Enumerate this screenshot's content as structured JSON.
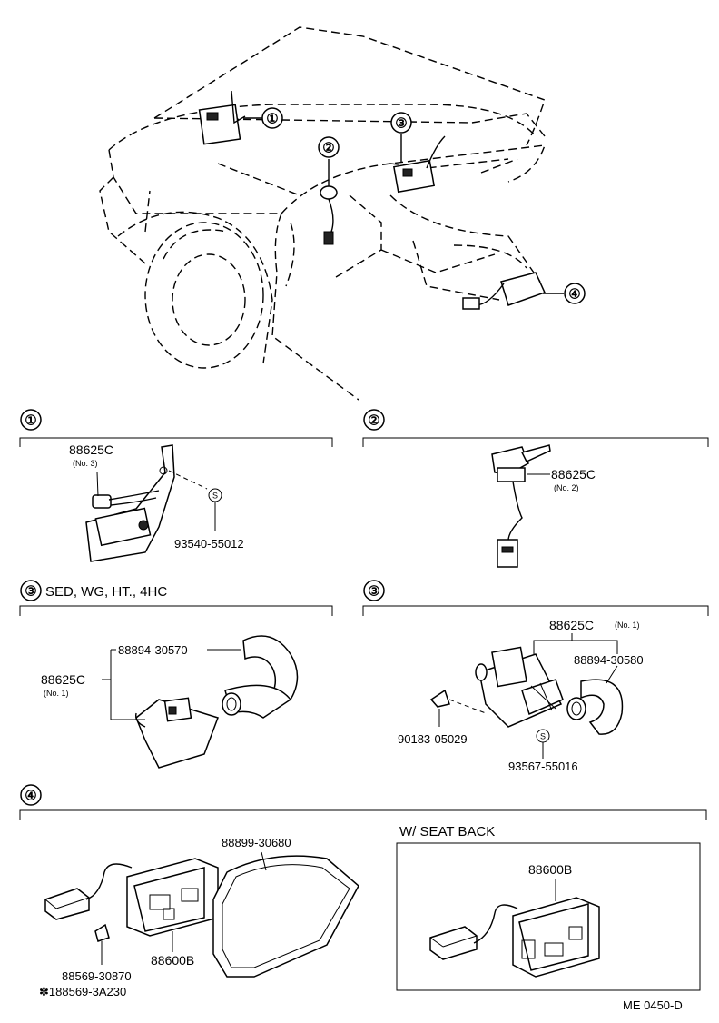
{
  "sections": [
    {
      "number": "①",
      "title": ""
    },
    {
      "number": "②",
      "title": ""
    },
    {
      "number": "③",
      "title": "SED, WG, HT., 4HC"
    },
    {
      "number": "③",
      "title": ""
    },
    {
      "number": "④",
      "title": ""
    }
  ],
  "overview_callouts": [
    "①",
    "②",
    "③",
    "④"
  ],
  "parts": {
    "s1_relay": {
      "code": "88625C",
      "note": "(No. 3)"
    },
    "s1_bolt": {
      "code": "93540-55012",
      "symbol": "S"
    },
    "s2_relay": {
      "code": "88625C",
      "note": "(No. 2)"
    },
    "s3a_hose": {
      "code": "88894-30570"
    },
    "s3a_relay": {
      "code": "88625C",
      "note": "(No. 1)"
    },
    "s3b_relay": {
      "code": "88625C",
      "note": "(No. 1)"
    },
    "s3b_hose": {
      "code": "88894-30580"
    },
    "s3b_clip": {
      "code": "90183-05029"
    },
    "s3b_screw": {
      "code": "93567-55016",
      "symbol": "S"
    },
    "s4_duct": {
      "code": "88899-30680"
    },
    "s4_cooler": {
      "code": "88600B"
    },
    "s4_clamp": {
      "code": "88569-30870"
    },
    "s4_clamp_alt": {
      "code": "✽188569-3A230"
    },
    "s4_box_title": "W/ SEAT BACK",
    "s4_box_cooler": {
      "code": "88600B"
    }
  },
  "footer": {
    "code": "ME  0450-D"
  }
}
